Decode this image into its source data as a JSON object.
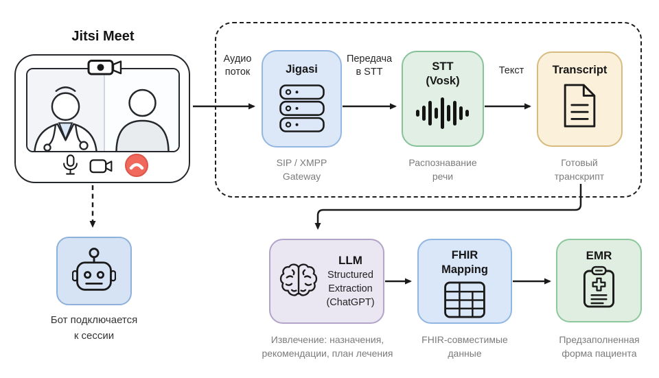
{
  "jitsi": {
    "title": "Jitsi Meet"
  },
  "flow_labels": {
    "audio": [
      "Аудио",
      "поток"
    ],
    "to_stt": [
      "Передача",
      "в STT"
    ],
    "text": "Текст"
  },
  "nodes": {
    "jigasi": {
      "title": "Jigasi",
      "caption": [
        "SIP / XMPP",
        "Gateway"
      ]
    },
    "stt": {
      "title": [
        "STT",
        "(Vosk)"
      ],
      "caption": [
        "Распознавание",
        "речи"
      ]
    },
    "transcript": {
      "title": "Transcript",
      "caption": [
        "Готовый",
        "транскрипт"
      ]
    },
    "bot": {
      "caption": [
        "Бот подключается",
        "к сессии"
      ]
    },
    "llm": {
      "title": "LLM",
      "subtitle": [
        "Structured",
        "Extraction",
        "(ChatGPT)"
      ],
      "caption": [
        "Извлечение: назначения,",
        "рекомендации, план лечения"
      ]
    },
    "fhir": {
      "title": [
        "FHIR",
        "Mapping"
      ],
      "caption": [
        "FHIR-совместимые",
        "данные"
      ]
    },
    "emr": {
      "title": "EMR",
      "caption": [
        "Предзаполненная",
        "форма пациента"
      ]
    }
  },
  "icons": [
    "webcam-icon",
    "doctor-figure",
    "patient-figure",
    "mic-icon",
    "video-camera-icon",
    "end-call-icon",
    "server-stack-icon",
    "waveform-icon",
    "document-icon",
    "robot-icon",
    "brain-icon",
    "table-icon",
    "clipboard-icon"
  ],
  "colors": {
    "ink": "#1a1a1a",
    "caption_gray": "#7b7b7b",
    "jigasi_fill": "#dce8f8",
    "jigasi_border": "#93b7e2",
    "stt_fill": "#e2efe4",
    "stt_border": "#85c297",
    "transcript_fill": "#fbf1db",
    "transcript_border": "#d6ba7e",
    "bot_fill": "#d6e3f4",
    "bot_border": "#8db1da",
    "llm_fill": "#eae6f2",
    "llm_border": "#b2a3c9",
    "fhir_fill": "#d9e7f8",
    "fhir_border": "#8fb6e3",
    "emr_fill": "#e0eee1",
    "emr_border": "#8cc89b",
    "end_call_red": "#f1685c",
    "doctor_collar": "#d9e6f4",
    "patient_body": "#e9ecef"
  }
}
